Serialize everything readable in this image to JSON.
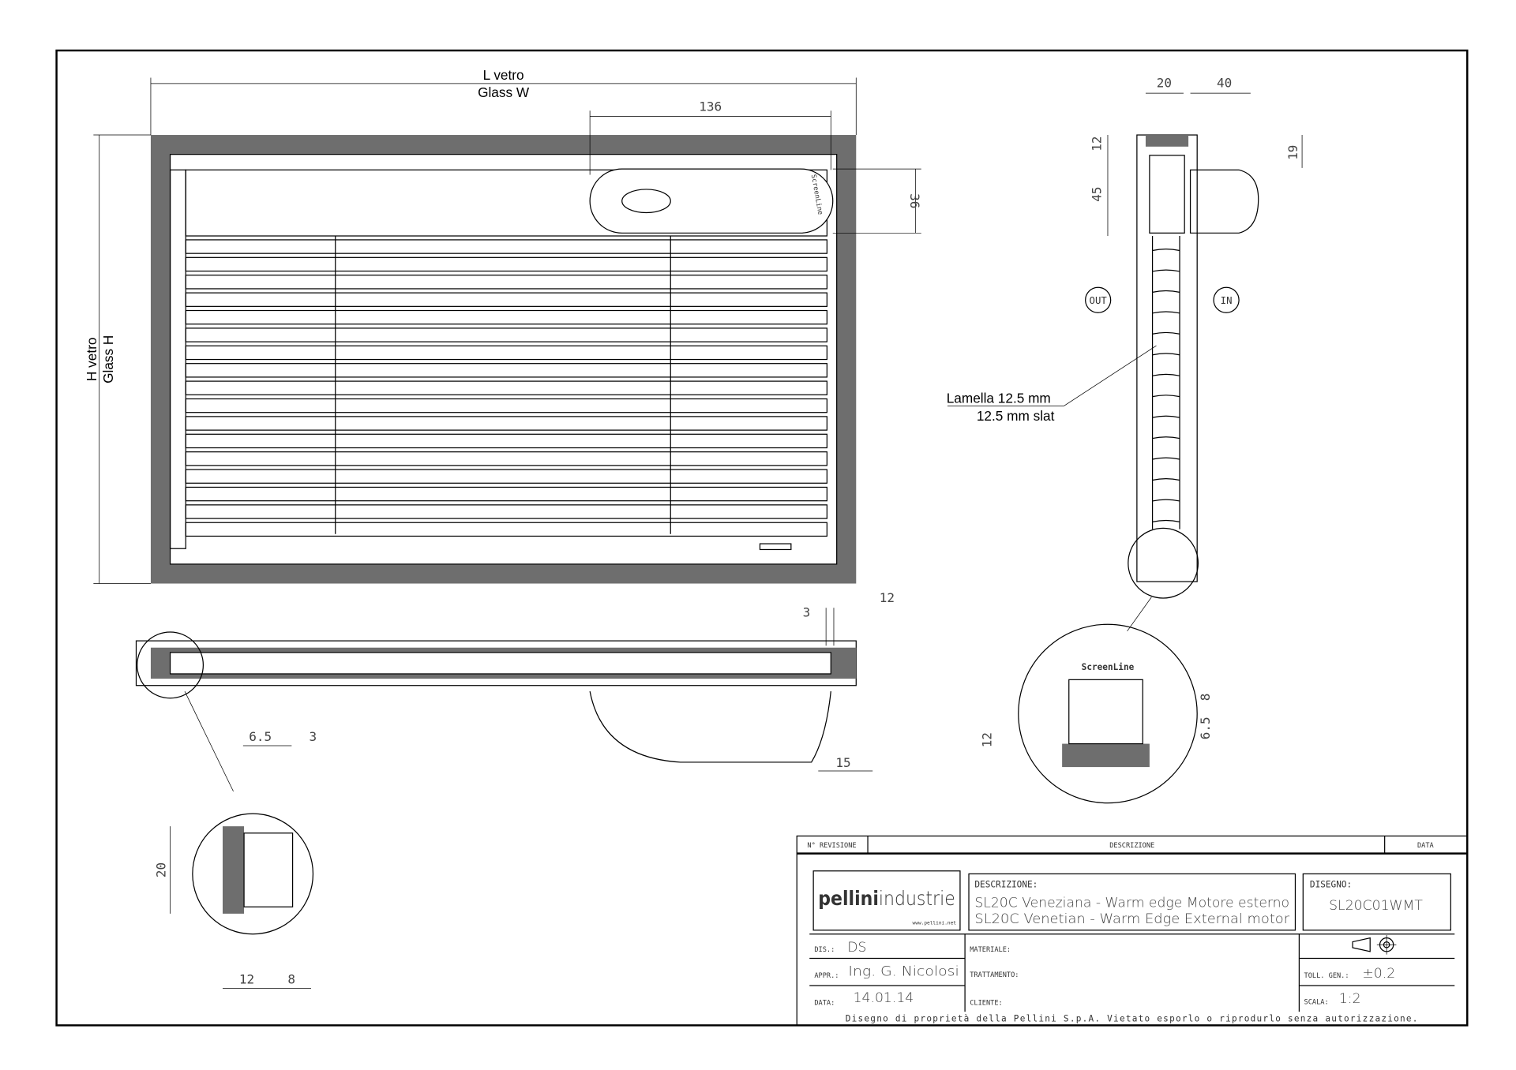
{
  "front_view": {
    "width_label_it": "L vetro",
    "width_label_en": "Glass W",
    "height_label_it": "H vetro",
    "height_label_en": "Glass H",
    "dim_motor_width": "136",
    "dim_motor_height": "36",
    "motor_brand": "ScreenLine"
  },
  "section_view": {
    "dim_20": "20",
    "dim_40": "40",
    "dim_12": "12",
    "dim_45": "45",
    "dim_19": "19",
    "out_label": "OUT",
    "in_label": "IN",
    "slat_label_it": "Lamella 12.5 mm",
    "slat_label_en": "12.5 mm slat",
    "detail_brand": "ScreenLine",
    "detail_dim_8": "8",
    "detail_dim_65": "6.5",
    "detail_dim_12": "12"
  },
  "plan_view": {
    "dim_3": "3",
    "dim_12": "12",
    "dim_15": "15",
    "detail_dim_65": "6.5",
    "detail_dim_3": "3",
    "detail_dim_20": "20",
    "detail_dim_12": "12",
    "detail_dim_8": "8"
  },
  "title_block": {
    "revision_header": "N° REVISIONE",
    "description_header": "DESCRIZIONE",
    "date_header": "DATA",
    "logo_text_1": "pellini",
    "logo_text_2": "industrie",
    "logo_url": "www.pellini.net",
    "descrizione_label": "DESCRIZIONE:",
    "description_it": "SL20C Veneziana - Warm edge Motore esterno",
    "description_en": "SL20C Venetian - Warm Edge External motor",
    "disegno_label": "DISEGNO:",
    "drawing_number": "SL20C01WMT",
    "dis_label": "DIS.:",
    "dis_value": "DS",
    "appr_label": "APPR.:",
    "appr_value": "Ing. G. Nicolosi",
    "data_label": "DATA:",
    "data_value": "14.01.14",
    "materiale_label": "MATERIALE:",
    "trattamento_label": "TRATTAMENTO:",
    "cliente_label": "CLIENTE:",
    "toll_label": "TOLL. GEN.:",
    "toll_value": "±0.2",
    "scala_label": "SCALA:",
    "scala_value": "1:2",
    "footer": "Disegno di proprietà della Pellini S.p.A. Vietato esporlo o riprodurlo senza autorizzazione."
  }
}
